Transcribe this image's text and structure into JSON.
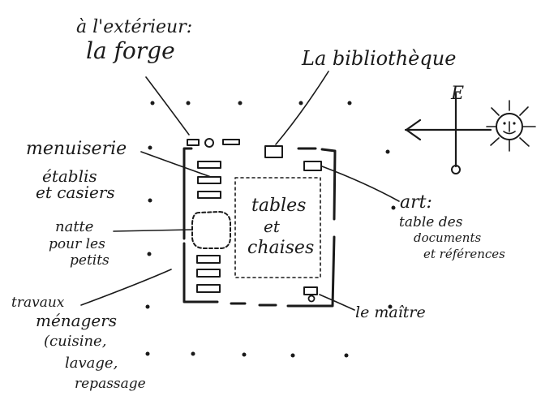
{
  "labels": {
    "outside_line1": "à l'extérieur:",
    "outside_line2": "la forge",
    "library": "La bibliothèque",
    "carpentry": "menuiserie",
    "workbench_line1": "établis",
    "workbench_line2": "et casiers",
    "tables_line1": "tables",
    "tables_line2": "et",
    "tables_line3": "chaises",
    "mat_line1": "natte",
    "mat_line2": "pour les",
    "mat_line3": "petits",
    "art_line1": "art:",
    "art_line2": "table des",
    "art_line3": "documents",
    "art_line4": "et références",
    "housework_line1": "travaux",
    "housework_line2": "ménagers",
    "housework_line3": "(cuisine,",
    "housework_line4": "lavage,",
    "housework_line5": "repassage",
    "teacher": "le maître",
    "compass_east": "E"
  },
  "colors": {
    "ink": "#1a1a1a",
    "paper": "#ffffff"
  },
  "icons": {
    "sun": "sun-face-icon",
    "compass": "compass-arrow-icon"
  }
}
